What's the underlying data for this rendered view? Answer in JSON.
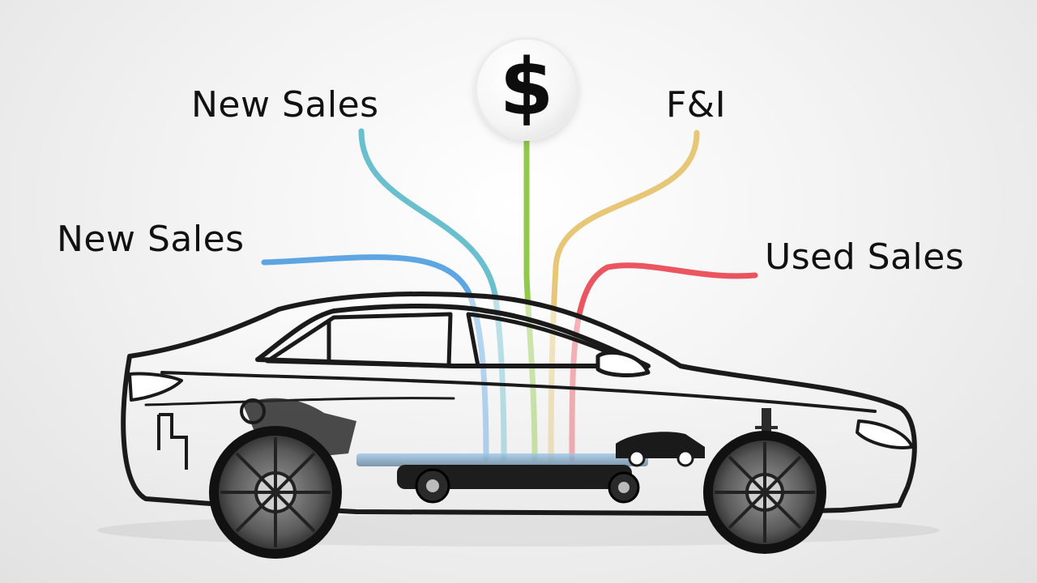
{
  "labels": {
    "new_sales_top": "New Sales",
    "new_sales_left": "New Sales",
    "fi": "F&I",
    "used_sales": "Used Sales"
  },
  "center_icon": {
    "symbol": "$",
    "icon": "dollar-icon"
  },
  "streams": [
    {
      "name_ref": "labels.new_sales_top",
      "color": "#5ab8c9"
    },
    {
      "name_ref": "labels.new_sales_left",
      "color": "#4b9be0"
    },
    {
      "name_ref": "center_icon.symbol",
      "color": "#8cc63f"
    },
    {
      "name_ref": "labels.fi",
      "color": "#e4c168"
    },
    {
      "name_ref": "labels.used_sales",
      "color": "#e8434f"
    }
  ],
  "colors": {
    "text": "#111111",
    "car_outline": "#1a1a1a",
    "background": "#f3f3f3"
  }
}
